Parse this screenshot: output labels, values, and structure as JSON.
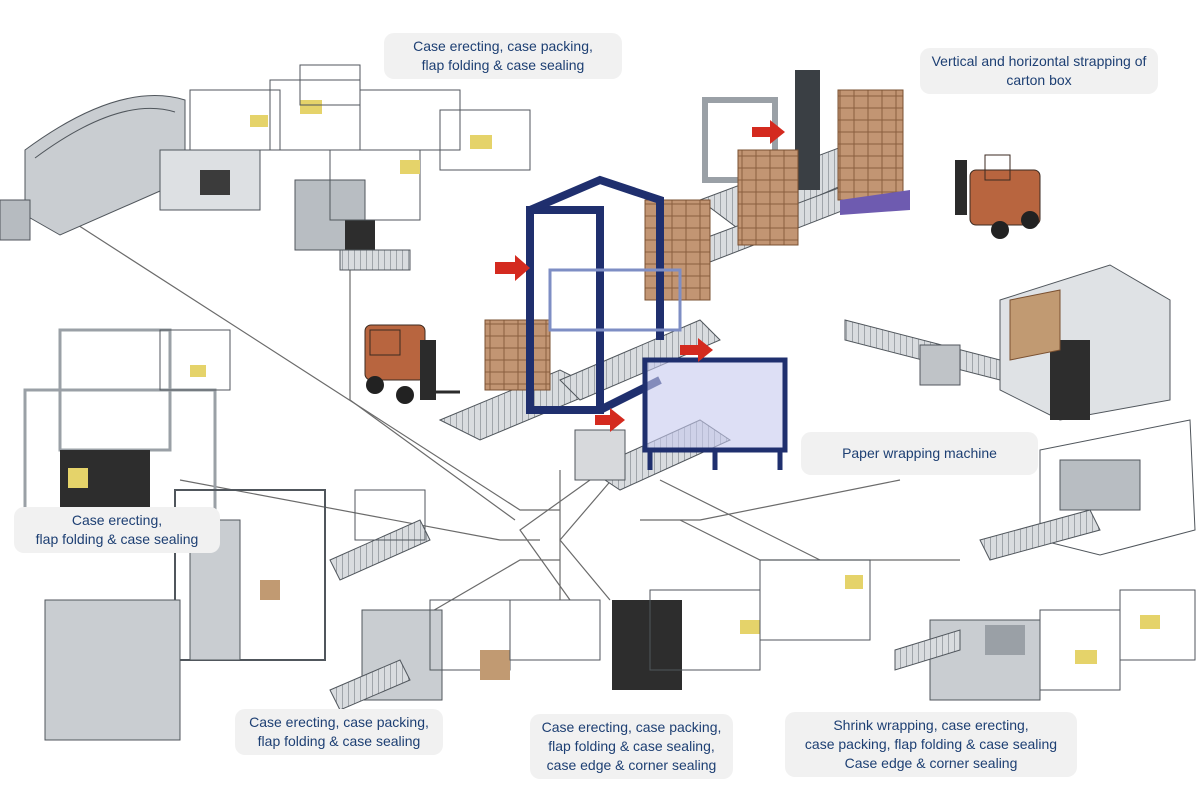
{
  "diagram": {
    "labels": {
      "top_center": [
        "Case erecting, case packing,",
        "flap folding & case sealing"
      ],
      "top_right": [
        "Vertical and horizontal strapping of",
        "carton box"
      ],
      "mid_right": [
        "Paper wrapping machine"
      ],
      "mid_left": [
        "Case erecting,",
        "flap folding & case sealing"
      ],
      "bottom_left": [
        "Case erecting, case packing,",
        "flap folding & case sealing"
      ],
      "bottom_center": [
        "Case erecting, case packing,",
        "flap folding & case sealing,",
        "case edge & corner sealing"
      ],
      "bottom_right": [
        "Shrink wrapping, case erecting,",
        "case packing, flap folding & case sealing",
        "Case edge & corner sealing"
      ]
    },
    "colors": {
      "frame_blue": "#1f2f6e",
      "arrow_red": "#d42a1f",
      "carton": "#b98a63",
      "forklift": "#b8653f",
      "machine_grey": "#9aa0a6",
      "line": "#6b6b6b",
      "label_text": "#1d3f73"
    }
  }
}
